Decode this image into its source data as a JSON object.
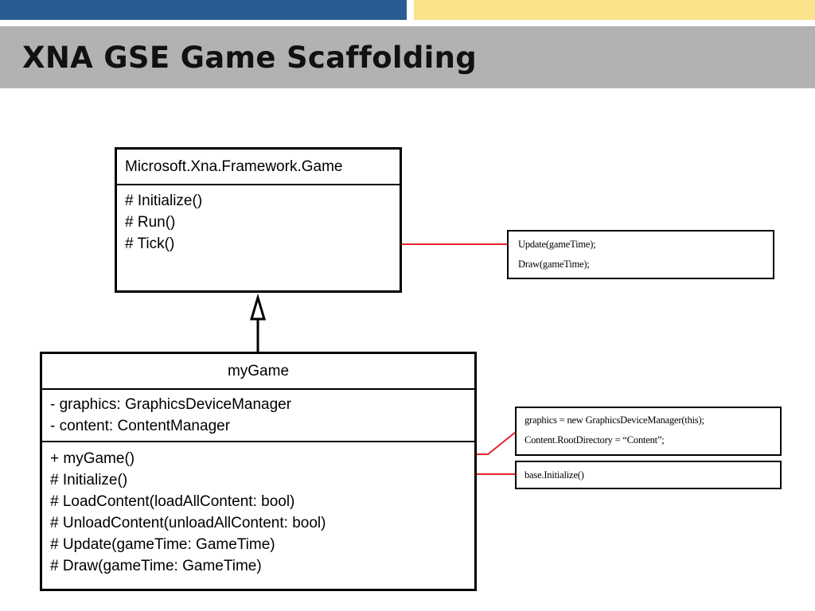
{
  "slide": {
    "title": "XNA GSE Game Scaffolding"
  },
  "colors": {
    "top_bar_blue": "#2b5b93",
    "top_bar_yellow": "#fbe38c",
    "title_band": "#b2b2b2",
    "connector_red": "#e8232b"
  },
  "base_class": {
    "name": "Microsoft.Xna.Framework.Game",
    "operations": [
      "# Initialize()",
      "# Run()",
      "# Tick()"
    ]
  },
  "derived_class": {
    "name": "myGame",
    "attributes": [
      "- graphics: GraphicsDeviceManager",
      "- content: ContentManager"
    ],
    "operations": [
      "+ myGame()",
      "# Initialize()",
      "# LoadContent(loadAllContent: bool)",
      "# UnloadContent(unloadAllContent: bool)",
      "# Update(gameTime: GameTime)",
      "# Draw(gameTime: GameTime)"
    ]
  },
  "notes": {
    "tick_note": [
      "Update(gameTime);",
      "Draw(gameTime);"
    ],
    "constructor_note": [
      "graphics = new GraphicsDeviceManager(this);",
      "Content.RootDirectory = “Content”;"
    ],
    "initialize_note": [
      "base.Initialize()"
    ]
  },
  "relationships": {
    "inheritance": "myGame inherits Microsoft.Xna.Framework.Game",
    "note_links": [
      "# Tick() -> tick_note",
      "+ myGame() -> constructor_note",
      "# Initialize() -> initialize_note"
    ]
  }
}
